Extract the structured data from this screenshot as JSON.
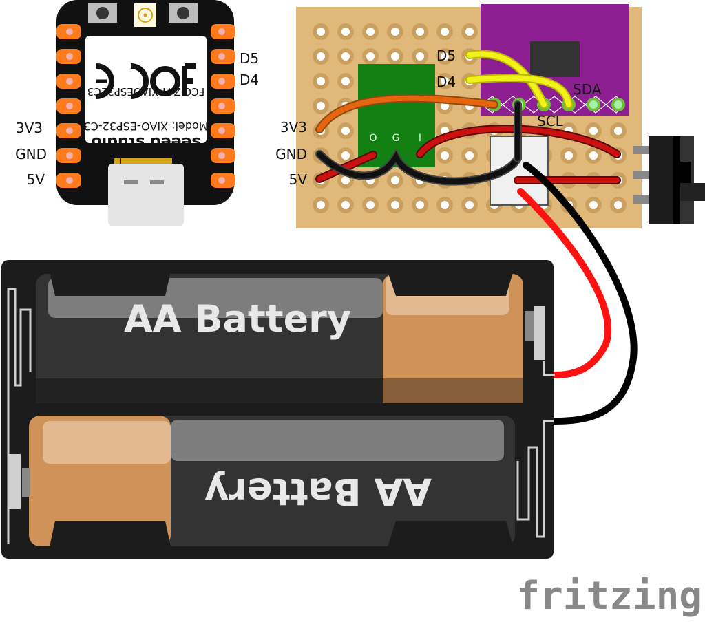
{
  "app": "fritzing",
  "mcu": {
    "fcc_id": "FCC:Z4T-XIAOESP32C3",
    "model": "Model: XIAO-ESP32-C3",
    "brand": "seeed studio",
    "pin_labels_left": [
      "3V3",
      "GND",
      "5V"
    ],
    "pin_labels_right": [
      "D5",
      "D4"
    ]
  },
  "perfboard": {
    "labels_left": [
      "3V3",
      "GND",
      "5V"
    ],
    "labels_wires": [
      "D5",
      "D4"
    ],
    "regulator_pins": [
      "O",
      "G",
      "I"
    ],
    "sensor_labels": [
      "SDA",
      "SCL"
    ]
  },
  "battery_holder": {
    "cells": [
      "AA Battery",
      "AA Battery"
    ]
  },
  "colors": {
    "perfboard": "#e0b97a",
    "regulator": "#138013",
    "sensor": "#8e1f93",
    "wire_red": "#cc1111",
    "wire_black": "#111111",
    "wire_yellow": "#f2f21a",
    "wire_orange": "#e8650f",
    "pin_orange": "#ff7a1a",
    "battery_copper": "#cf9359"
  }
}
